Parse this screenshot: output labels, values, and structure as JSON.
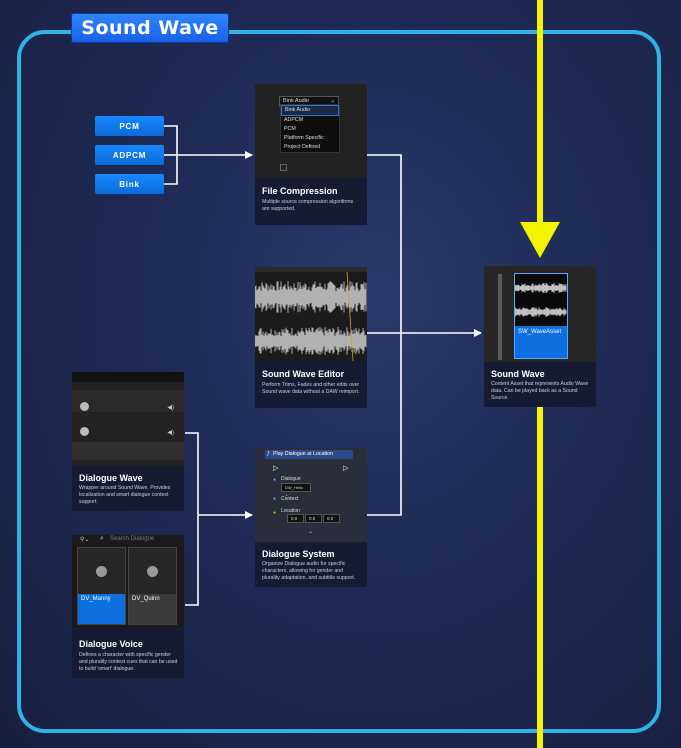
{
  "header": {
    "title": "Sound Wave"
  },
  "inputs": {
    "buttons": [
      {
        "label": "PCM"
      },
      {
        "label": "ADPCM"
      },
      {
        "label": "Bink"
      }
    ]
  },
  "cards": {
    "file_compression": {
      "title": "File Compression",
      "description": "Multiple source compression algorithms are supported.",
      "dropdown_value": "Bink Audio",
      "menu_items": [
        "Bink Audio",
        "ADPCM",
        "PCM",
        "Platform Specific",
        "Project Defined"
      ]
    },
    "sound_wave_editor": {
      "title": "Sound Wave Editor",
      "description": "Perform Trims, Fades and other edits over Sound wave data without a DAW reimport."
    },
    "sound_wave": {
      "title": "Sound Wave",
      "description": "Content Asset that represents Audio Wave data. Can be played back as a Sound Source.",
      "asset_label": "SW_WaveAsset"
    },
    "dialogue_wave": {
      "title": "Dialogue Wave",
      "description": "Wrapper around Sound Wave. Provides localization and smart dialogue context support."
    },
    "dialogue_system": {
      "title": "Dialogue System",
      "description": "Organize Dialogue audio for specific characters, allowing for gender and plurality adaptation, and subtitle support.",
      "node_title": "Play Dialogue at Location",
      "pins": [
        "Dialogue",
        "Context",
        "Location"
      ],
      "location_values": [
        "0.0",
        "0.0",
        "0.0"
      ]
    },
    "dialogue_voice": {
      "title": "Dialogue Voice",
      "description": "Defines a character with specific gender and plurality context cues that can be used to build 'smart' dialogue.",
      "search_placeholder": "Search Dialogue",
      "voices": [
        "DV_Manny",
        "DV_Quinn"
      ]
    }
  },
  "colors": {
    "frame": "#2fb3e6",
    "accent_blue": "#1688ff",
    "highlight_yellow": "#f4f400",
    "card_bg": "#161b33"
  }
}
